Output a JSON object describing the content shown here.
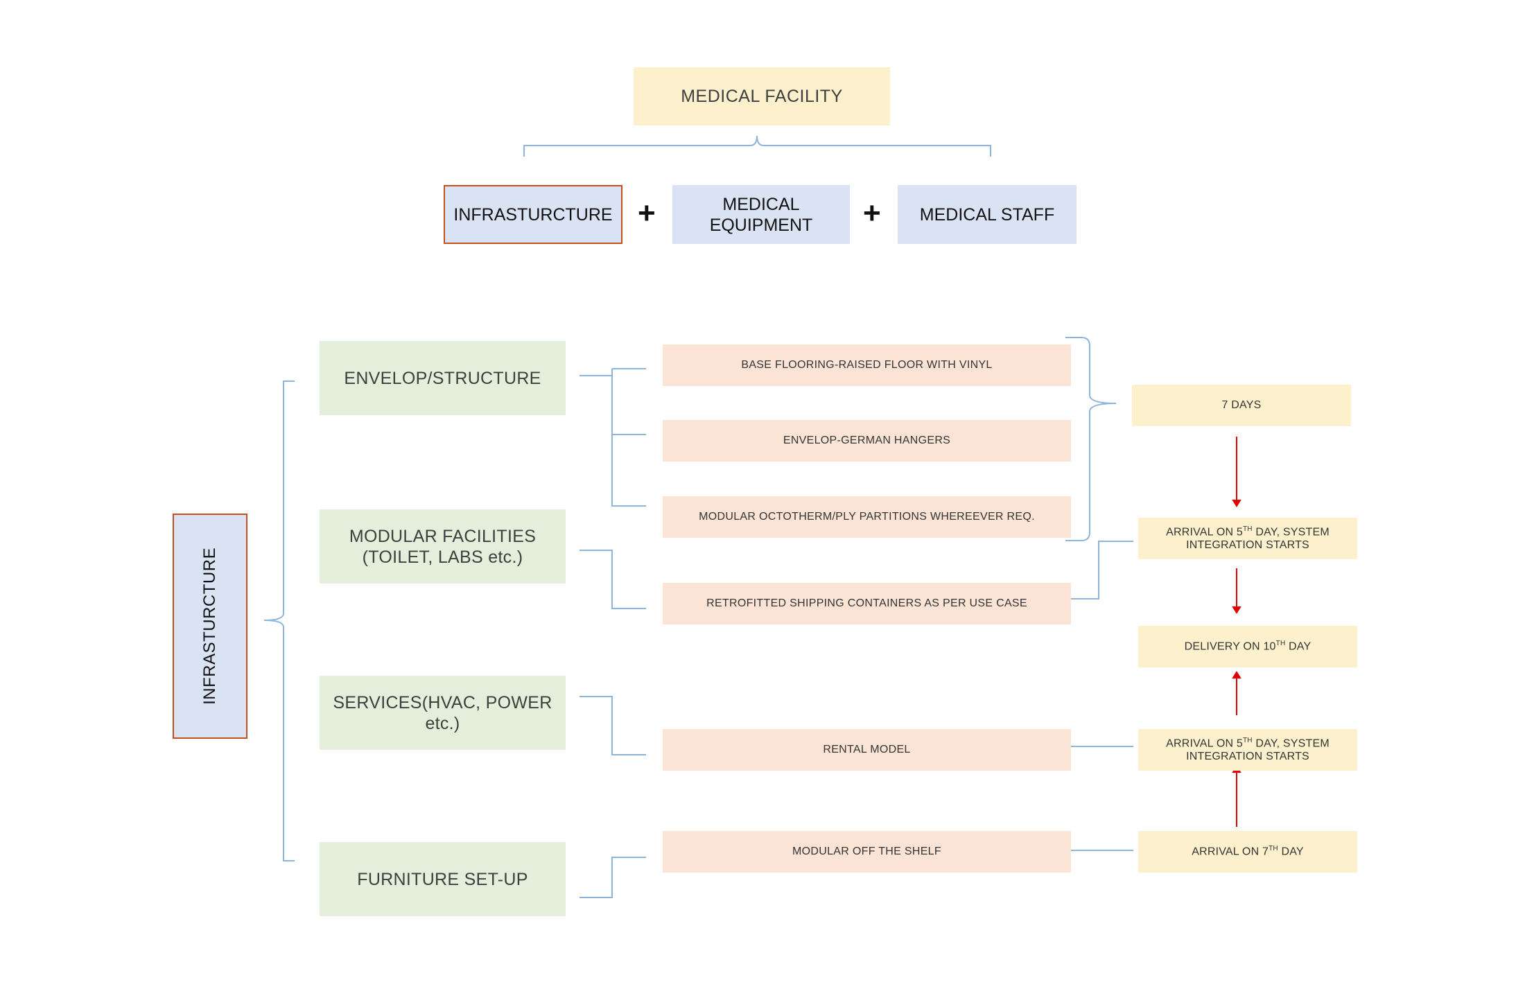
{
  "diagram": {
    "title": "MEDICAL FACILITY",
    "components": {
      "infrastructure": "INFRASTURCTURE",
      "medical_equipment_line1": "MEDICAL",
      "medical_equipment_line2": "EQUIPMENT",
      "medical_staff": "MEDICAL STAFF",
      "plus_symbol": "+"
    },
    "side_label": "INFRASTURCTURE",
    "categories": [
      {
        "line1": "ENVELOP/STRUCTURE",
        "line2": ""
      },
      {
        "line1": "MODULAR FACILITIES",
        "line2": "(TOILET, LABS etc.)"
      },
      {
        "line1": "SERVICES(HVAC, POWER",
        "line2": "etc.)"
      },
      {
        "line1": "FURNITURE SET-UP",
        "line2": ""
      }
    ],
    "solutions": [
      "BASE FLOORING-RAISED FLOOR WITH VINYL",
      "ENVELOP-GERMAN HANGERS",
      "MODULAR OCTOTHERM/PLY PARTITIONS WHEREEVER REQ.",
      "RETROFITTED SHIPPING CONTAINERS AS PER USE CASE",
      "RENTAL MODEL",
      "MODULAR OFF THE SHELF"
    ],
    "timeline": {
      "seven_days": "7 DAYS",
      "arrival_5th_a": {
        "pre": "ARRIVAL ON 5",
        "sup": "TH",
        "post": " DAY, SYSTEM",
        "line2": "INTEGRATION STARTS"
      },
      "delivery_10th": {
        "pre": "DELIVERY ON 10",
        "sup": "TH",
        "post": " DAY"
      },
      "arrival_5th_b": {
        "pre": "ARRIVAL ON 5",
        "sup": "TH",
        "post": " DAY, SYSTEM",
        "line2": "INTEGRATION STARTS"
      },
      "arrival_7th": {
        "pre": "ARRIVAL ON 7",
        "sup": "TH",
        "post": " DAY"
      }
    },
    "colors": {
      "connector": "#8eb4dc",
      "arrow": "#e00000",
      "highlight_border": "#c5501a",
      "yellow_fill": "#fdf0cc",
      "blue_fill": "#dae3f3",
      "green_fill": "#e3efda",
      "peach_fill": "#fbe4d6"
    }
  }
}
